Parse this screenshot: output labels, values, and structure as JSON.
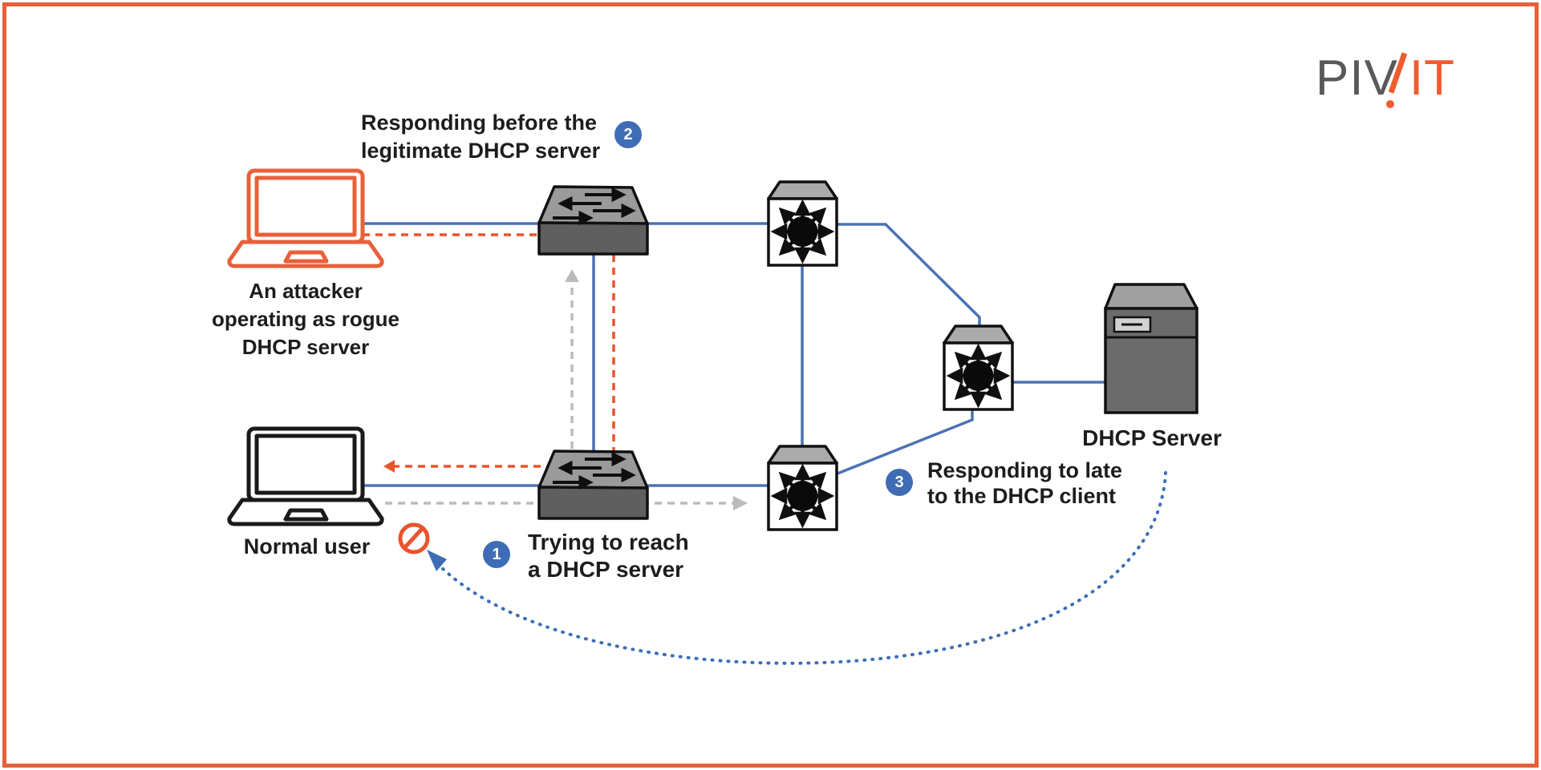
{
  "logo": {
    "gray_text": "PIV",
    "orange_text": "IT"
  },
  "labels": {
    "attacker": "An attacker\noperating as rogue\nDHCP server",
    "normal_user": "Normal user",
    "dhcp_server": "DHCP Server"
  },
  "steps": {
    "step1": {
      "number": "1",
      "text": "Trying to reach\na DHCP server"
    },
    "step2": {
      "number": "2",
      "text": "Responding before the\nlegitimate DHCP server"
    },
    "step3": {
      "number": "3",
      "text": "Responding to late\nto the DHCP client"
    }
  },
  "icons": {
    "attacker_device": "laptop-icon",
    "normal_user_device": "laptop-icon",
    "switches": "network-switch-icon",
    "routers": "router-icon",
    "dhcp_server": "server-tower-icon",
    "blocked": "no-entry-icon"
  },
  "colors": {
    "link_blue": "#4C72B4",
    "accent_blue": "#3E6DB5",
    "attack_orange": "#E8542D",
    "border_orange": "#E5603A",
    "gray_dashed": "#BBBBBB",
    "logo_gray": "#58595B",
    "logo_orange": "#F15B2E",
    "text": "#1D1D1D"
  }
}
